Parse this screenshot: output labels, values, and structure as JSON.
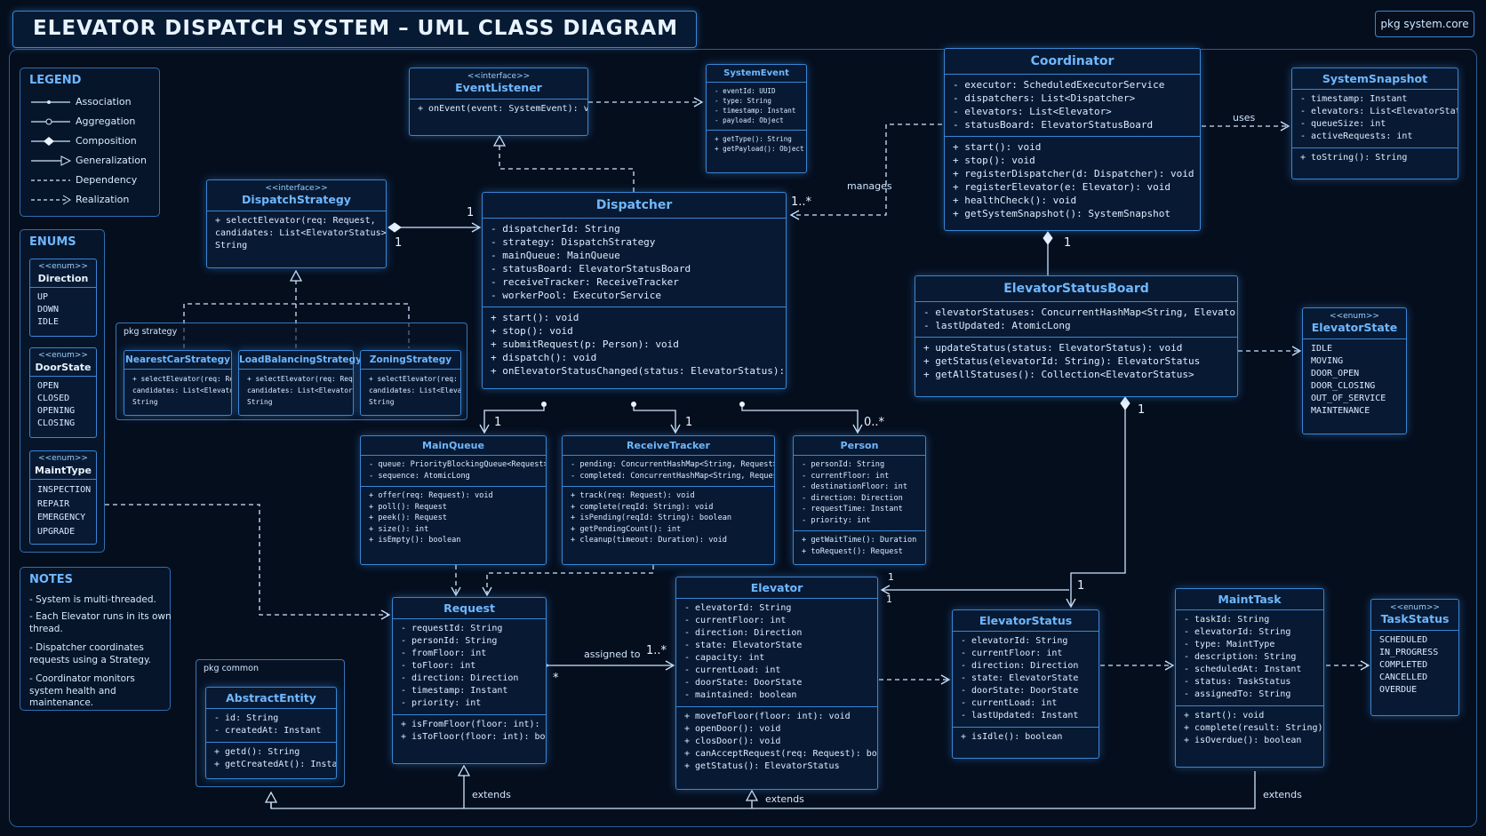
{
  "title": "ELEVATOR DISPATCH SYSTEM – UML CLASS DIAGRAM",
  "package_tag": "pkg system.core",
  "legend": {
    "title": "LEGEND",
    "items": [
      "Association",
      "Aggregation",
      "Composition",
      "Generalization",
      "Dependency",
      "Realization"
    ]
  },
  "enums_panel": {
    "title": "ENUMS",
    "stereotype": "<<enum>>",
    "direction": {
      "name": "Direction",
      "values": [
        "UP",
        "DOWN",
        "IDLE"
      ]
    },
    "door_state": {
      "name": "DoorState",
      "values": [
        "OPEN",
        "CLOSED",
        "OPENING",
        "CLOSING"
      ]
    },
    "maint_type": {
      "name": "MaintType",
      "values": [
        "INSPECTION",
        "REPAIR",
        "EMERGENCY",
        "UPGRADE"
      ]
    }
  },
  "notes": {
    "title": "NOTES",
    "items": [
      "- System is multi-threaded.",
      "- Each Elevator runs in its own thread.",
      "- Dispatcher coordinates requests using a Strategy.",
      "- Coordinator monitors system health and maintenance."
    ]
  },
  "packages": {
    "strategy": "pkg strategy",
    "common": "pkg common"
  },
  "classes": {
    "event_listener": {
      "stereotype": "<<interface>>",
      "name": "EventListener",
      "sections": [
        [
          "+ onEvent(event: SystemEvent): void"
        ]
      ]
    },
    "system_event": {
      "name": "SystemEvent",
      "sections": [
        [
          "- eventId: UUID",
          "- type: String",
          "- timestamp: Instant",
          "- payload: Object"
        ],
        [
          "+ getType(): String",
          "+ getPayload(): Object"
        ]
      ]
    },
    "coordinator": {
      "name": "Coordinator",
      "sections": [
        [
          "- executor: ScheduledExecutorService",
          "- dispatchers: List<Dispatcher>",
          "- elevators: List<Elevator>",
          "- statusBoard: ElevatorStatusBoard"
        ],
        [
          "+ start(): void",
          "+ stop(): void",
          "+ registerDispatcher(d: Dispatcher): void",
          "+ registerElevator(e: Elevator): void",
          "+ healthCheck(): void",
          "+ getSystemSnapshot(): SystemSnapshot"
        ]
      ]
    },
    "system_snapshot": {
      "name": "SystemSnapshot",
      "sections": [
        [
          "- timestamp: Instant",
          "- elevators: List<ElevatorStatus>",
          "- queueSize: int",
          "- activeRequests: int"
        ],
        [
          "+ toString(): String"
        ]
      ]
    },
    "dispatch_strategy": {
      "stereotype": "<<interface>>",
      "name": "DispatchStrategy",
      "sections": [
        [
          "+ selectElevator(req: Request,",
          "  candidates: List<ElevatorStatus>):",
          "  String"
        ]
      ]
    },
    "dispatcher": {
      "name": "Dispatcher",
      "sections": [
        [
          "- dispatcherId: String",
          "- strategy: DispatchStrategy",
          "- mainQueue: MainQueue",
          "- statusBoard: ElevatorStatusBoard",
          "- receiveTracker: ReceiveTracker",
          "- workerPool: ExecutorService"
        ],
        [
          "+ start(): void",
          "+ stop(): void",
          "+ submitRequest(p: Person): void",
          "+ dispatch(): void",
          "+ onElevatorStatusChanged(status: ElevatorStatus): void"
        ]
      ]
    },
    "nearest_car": {
      "name": "NearestCarStrategy",
      "sections": [
        [
          "+ selectElevator(req: Request,",
          "  candidates: List<ElevatorStatus>):",
          "  String"
        ]
      ]
    },
    "load_balancing": {
      "name": "LoadBalancingStrategy",
      "sections": [
        [
          "+ selectElevator(req: Request,",
          "  candidates: List<ElevatorStatus>):",
          "  String"
        ]
      ]
    },
    "zoning": {
      "name": "ZoningStrategy",
      "sections": [
        [
          "+ selectElevator(req: Request,",
          "  candidates: List<ElevatorStatus>:",
          "  String"
        ]
      ]
    },
    "status_board": {
      "name": "ElevatorStatusBoard",
      "sections": [
        [
          "- elevatorStatuses: ConcurrentHashMap<String, ElevatorStatus>",
          "- lastUpdated: AtomicLong"
        ],
        [
          "+ updateStatus(status: ElevatorStatus): void",
          "+ getStatus(elevatorId: String): ElevatorStatus",
          "+ getAllStatuses(): Collection<ElevatorStatus>"
        ]
      ]
    },
    "elevator_state": {
      "stereotype": "<<enum>>",
      "name": "ElevatorState",
      "sections": [
        [
          "IDLE",
          "MOVING",
          "DOOR_OPEN",
          "DOOR_CLOSING",
          "OUT_OF_SERVICE",
          "MAINTENANCE"
        ]
      ]
    },
    "main_queue": {
      "name": "MainQueue",
      "sections": [
        [
          "- queue: PriorityBlockingQueue<Request>",
          "- sequence: AtomicLong"
        ],
        [
          "+ offer(req: Request): void",
          "+ poll(): Request",
          "+ peek(): Request",
          "+ size(): int",
          "+ isEmpty(): boolean"
        ]
      ]
    },
    "receive_tracker": {
      "name": "ReceiveTracker",
      "sections": [
        [
          "- pending: ConcurrentHashMap<String, Request>",
          "- completed: ConcurrentHashMap<String, Request>"
        ],
        [
          "+ track(req: Request): void",
          "+ complete(reqId: String): void",
          "+ isPending(reqId: String): boolean",
          "+ getPendingCount(): int",
          "+ cleanup(timeout: Duration): void"
        ]
      ]
    },
    "person": {
      "name": "Person",
      "sections": [
        [
          "- personId: String",
          "- currentFloor: int",
          "- destinationFloor: int",
          "- direction: Direction",
          "- requestTime: Instant",
          "- priority: int"
        ],
        [
          "+ getWaitTime(): Duration",
          "+ toRequest(): Request"
        ]
      ]
    },
    "request": {
      "name": "Request",
      "sections": [
        [
          "- requestId: String",
          "- personId: String",
          "- fromFloor: int",
          "- toFloor: int",
          "- direction: Direction",
          "- timestamp: Instant",
          "- priority: int"
        ],
        [
          "+ isFromFloor(floor: int): boolean",
          "+ isToFloor(floor: int): boolean"
        ]
      ]
    },
    "elevator": {
      "name": "Elevator",
      "sections": [
        [
          "- elevatorId: String",
          "- currentFloor: int",
          "- direction: Direction",
          "- state: ElevatorState",
          "- capacity: int",
          "- currentLoad: int",
          "- doorState: DoorState",
          "- maintained: boolean"
        ],
        [
          "+ moveToFloor(floor: int): void",
          "+ openDoor(): void",
          "+ closDoor(): void",
          "+ canAcceptRequest(req: Request): boolean",
          "+ getStatus(): ElevatorStatus"
        ]
      ]
    },
    "elevator_status": {
      "name": "ElevatorStatus",
      "sections": [
        [
          "- elevatorId: String",
          "- currentFloor: int",
          "- direction: Direction",
          "- state: ElevatorState",
          "- doorState: DoorState",
          "- currentLoad: int",
          "- lastUpdated: Instant"
        ],
        [
          "+ isIdle(): boolean"
        ]
      ]
    },
    "maint_task": {
      "name": "MaintTask",
      "sections": [
        [
          "- taskId: String",
          "- elevatorId: String",
          "- type: MaintType",
          "- description: String",
          "- scheduledAt: Instant",
          "- status: TaskStatus",
          "- assignedTo: String"
        ],
        [
          "+ start(): void",
          "+ complete(result: String): void",
          "+ isOverdue(): boolean"
        ]
      ]
    },
    "task_status": {
      "stereotype": "<<enum>>",
      "name": "TaskStatus",
      "sections": [
        [
          "SCHEDULED",
          "IN_PROGRESS",
          "COMPLETED",
          "CANCELLED",
          "OVERDUE"
        ]
      ]
    },
    "abstract_entity": {
      "name": "AbstractEntity",
      "sections": [
        [
          "- id: String",
          "- createdAt: Instant"
        ],
        [
          "+ getd(): String",
          "+ getCreatedAt(): Instant"
        ]
      ]
    }
  },
  "labels": {
    "uses": "uses",
    "manages": "manages",
    "assigned_to": "assigned to",
    "extends_1": "extends",
    "extends_2": "extends",
    "extends_3": "extends"
  },
  "multiplicities": {
    "strategy_dispatcher_1": "1",
    "strategy_dispatcher_2": "1",
    "coordinator_dispatcher": "1..*",
    "coordinator_board": "1",
    "dispatcher_mainqueue": "1",
    "dispatcher_receive": "1",
    "dispatcher_person": "0..*",
    "board_status": "1",
    "status_elevator_1": "1",
    "status_elevator_2": "1",
    "elevator_status_end": "1",
    "request_elevator_many": "1..*",
    "request_elevator_star": "*"
  },
  "colors": {
    "background": "#050e1d",
    "box_border": "#3a86d4",
    "class_title": "#6fb7ff",
    "text": "#dcecff"
  }
}
